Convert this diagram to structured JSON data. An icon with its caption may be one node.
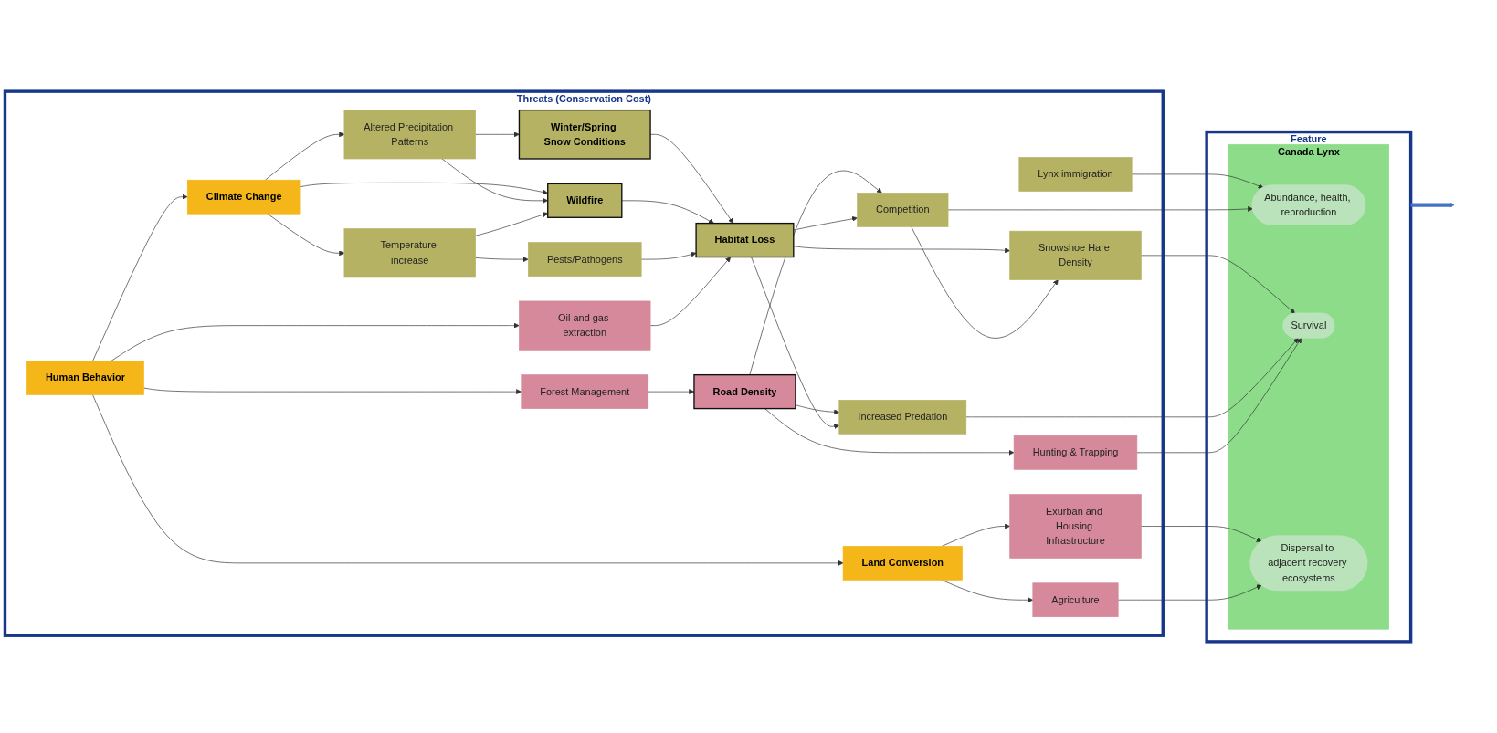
{
  "diagram": {
    "nodes": [
      {
        "text": [
          "Threats (Conservation Cost)"
        ]
      },
      {
        "text": [
          "Climate Change"
        ],
        "in": 0
      },
      {
        "text": [
          "Human Behavior"
        ],
        "in": 0
      },
      {
        "text": [
          "Land Conversion"
        ],
        "in": 0
      },
      {
        "text": [
          "Altered Precipitation Patterns"
        ],
        "in": 0
      },
      {
        "text": [
          "Temperature increase"
        ],
        "in": 0
      },
      {
        "text": [
          "Winter/Spring Snow Conditions"
        ],
        "in": 0
      },
      {
        "text": [
          "Wildfire"
        ],
        "in": 0
      },
      {
        "text": [
          "Pests/Pathogens"
        ],
        "in": 0
      },
      {
        "text": [
          "Oil and gas extraction"
        ],
        "in": 0
      },
      {
        "text": [
          "Forest Management"
        ],
        "in": 0
      },
      {
        "text": [
          "Road Density"
        ],
        "in": 0
      },
      {
        "text": [
          "Habitat Loss"
        ],
        "in": 0
      },
      {
        "text": [
          "Lynx immigration"
        ],
        "in": 0
      },
      {
        "text": [
          "Snowshoe Hare Density"
        ],
        "in": 0
      },
      {
        "text": [
          "Competition"
        ],
        "in": 0
      },
      {
        "text": [
          "Hunting & Trapping"
        ],
        "in": 0
      },
      {
        "text": [
          "Increased Predation"
        ],
        "in": 0
      },
      {
        "text": [
          "Exurban and Housing Infrastructure"
        ],
        "in": 0
      },
      {
        "text": [
          "Agriculture"
        ],
        "in": 0
      },
      {
        "text": [
          "Feature"
        ]
      },
      {
        "text": [
          "Canada Lynx"
        ],
        "in": 20
      },
      {
        "text": [
          "Abundance, health, reproduction"
        ],
        "in": 21
      },
      {
        "text": [
          "Survival"
        ],
        "in": 21
      },
      {
        "text": [
          "Dispersal to adjacent recovery ecosystems"
        ],
        "in": 21
      }
    ],
    "edges": [
      {
        "from": 2,
        "to": 1,
        "arrow": "to"
      },
      {
        "from": 2,
        "to": 3,
        "arrow": "to"
      },
      {
        "from": 2,
        "to": 9,
        "arrow": "to"
      },
      {
        "from": 2,
        "to": 10,
        "arrow": "to"
      },
      {
        "from": 1,
        "to": 4,
        "arrow": "to"
      },
      {
        "from": 1,
        "to": 5,
        "arrow": "to"
      },
      {
        "from": 1,
        "to": 7,
        "arrow": "to"
      },
      {
        "from": 4,
        "to": 6,
        "arrow": "to"
      },
      {
        "from": 4,
        "to": 7,
        "arrow": "to"
      },
      {
        "from": 5,
        "to": 7,
        "arrow": "to"
      },
      {
        "from": 5,
        "to": 8,
        "arrow": "to"
      },
      {
        "from": 6,
        "to": 12,
        "arrow": "to"
      },
      {
        "from": 7,
        "to": 12,
        "arrow": "to"
      },
      {
        "from": 8,
        "to": 12,
        "arrow": "to"
      },
      {
        "from": 9,
        "to": 12,
        "arrow": "to"
      },
      {
        "from": 10,
        "to": 11,
        "arrow": "to"
      },
      {
        "from": 11,
        "to": 16,
        "arrow": "to"
      },
      {
        "from": 11,
        "to": 15,
        "arrow": "to"
      },
      {
        "from": 11,
        "to": 17,
        "arrow": "to"
      },
      {
        "from": 12,
        "to": 14,
        "arrow": "to"
      },
      {
        "from": 12,
        "to": 15,
        "arrow": "to"
      },
      {
        "from": 12,
        "to": 17,
        "arrow": "to"
      },
      {
        "from": 15,
        "to": 14,
        "arrow": "to"
      },
      {
        "from": 3,
        "to": 18,
        "arrow": "to"
      },
      {
        "from": 3,
        "to": 19,
        "arrow": "to"
      },
      {
        "from": 13,
        "to": 22,
        "arrow": "to"
      },
      {
        "from": 15,
        "to": 22,
        "arrow": "to"
      },
      {
        "from": 14,
        "to": 23,
        "arrow": "to"
      },
      {
        "from": 17,
        "to": 23,
        "arrow": "to"
      },
      {
        "from": 16,
        "to": 23,
        "arrow": "to"
      },
      {
        "from": 18,
        "to": 24,
        "arrow": "to"
      },
      {
        "from": 19,
        "to": 24,
        "arrow": "to"
      },
      {
        "from": 20,
        "to": null,
        "arrow": "to",
        "style": "thick",
        "color": "#4472c4"
      }
    ]
  }
}
